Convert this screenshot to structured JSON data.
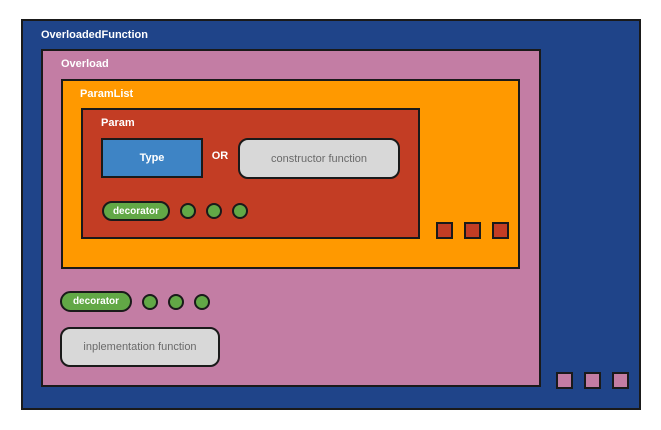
{
  "colors": {
    "navy": "#1F4489",
    "pink": "#C37DA4",
    "orange": "#FF9900",
    "red": "#C33D24",
    "blue": "#3E84C5",
    "green": "#62A846",
    "grey_fill": "#D8D8D8",
    "grey_text": "#6A6A6A",
    "border": "#1A1A1A",
    "label_text": "#FFFFFF"
  },
  "diagram": {
    "overloaded_function": {
      "label": "OverloadedFunction"
    },
    "overload": {
      "label": "Overload",
      "decorator": {
        "label": "decorator",
        "repeat_dots": 3
      },
      "implementation_function": {
        "label": "inplementation function"
      },
      "repeat_squares": 3
    },
    "param_list": {
      "label": "ParamList",
      "repeat_squares": 3
    },
    "param": {
      "label": "Param",
      "type": {
        "label": "Type"
      },
      "or_label": "OR",
      "constructor_function": {
        "label": "constructor function"
      },
      "decorator": {
        "label": "decorator",
        "repeat_dots": 3
      }
    }
  }
}
